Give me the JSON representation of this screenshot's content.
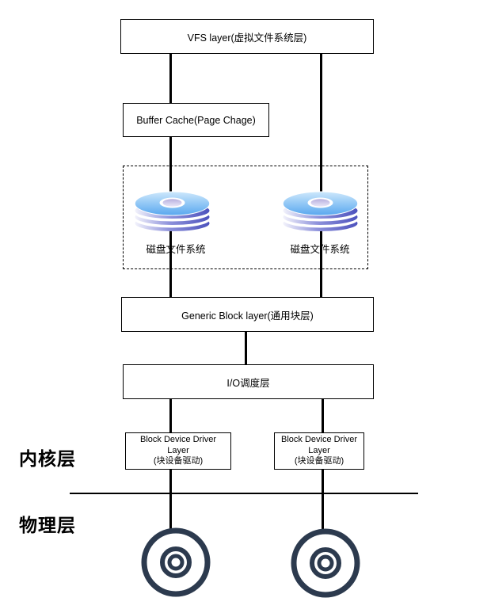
{
  "diagram": {
    "vfs_label": "VFS layer(虚拟文件系统层)",
    "buffer_label": "Buffer Cache(Page Chage)",
    "disk_labels": [
      "磁盘文件系统",
      "磁盘文件系统"
    ],
    "generic_block_label": "Generic Block layer(通用块层)",
    "io_scheduler_label": "I/O调度层",
    "driver_boxes": [
      {
        "line1": "Block Device Driver",
        "line2": "Layer",
        "line3": "(块设备驱动)"
      },
      {
        "line1": "Block Device Driver",
        "line2": "Layer",
        "line3": "(块设备驱动)"
      }
    ],
    "kernel_label": "内核层",
    "physical_label": "物理层",
    "colors": {
      "connector_line": "#000000",
      "disk_top_blue": "#58a7ef",
      "disk_top_light": "#cde8fc",
      "disk_side_indigo": "#4d52bd",
      "disk_side_light": "#f2f2fb",
      "disk_hole_lavender": "#b7aede",
      "cd_ring_navy": "#2c3a4e"
    }
  }
}
